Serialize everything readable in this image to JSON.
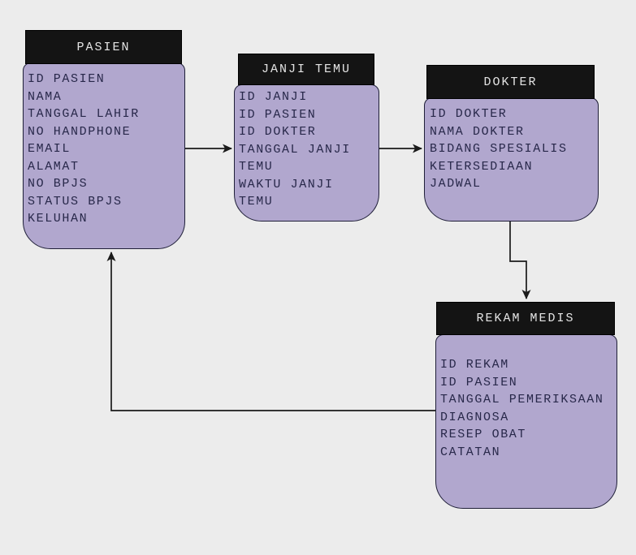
{
  "diagram": {
    "colors": {
      "background": "#ececec",
      "node_fill": "#b1a7ce",
      "node_border": "#1f1f38",
      "header_fill": "#141414",
      "header_text": "#e3e3e3",
      "body_text": "#28284a",
      "connector": "#1a1a1a"
    },
    "entities": {
      "pasien": {
        "title": "PASIEN",
        "lines": [
          "ID PASIEN",
          "NAMA",
          "TANGGAL LAHIR",
          "NO HANDPHONE",
          "EMAIL",
          "ALAMAT",
          "NO BPJS",
          "STATUS BPJS",
          "KELUHAN"
        ]
      },
      "janji_temu": {
        "title": "JANJI TEMU",
        "lines": [
          "ID JANJI",
          "ID PASIEN",
          "ID DOKTER",
          "TANGGAL JANJI",
          "TEMU",
          "WAKTU JANJI",
          "TEMU"
        ]
      },
      "dokter": {
        "title": "DOKTER",
        "lines": [
          "ID DOKTER",
          "NAMA DOKTER",
          "BIDANG SPESIALIS",
          "KETERSEDIAAN",
          "JADWAL"
        ]
      },
      "rekam_medis": {
        "title": "REKAM MEDIS",
        "lines": [
          "ID REKAM",
          "ID PASIEN",
          "TANGGAL PEMERIKSAAN",
          "DIAGNOSA",
          "RESEP OBAT",
          "CATATAN"
        ]
      }
    },
    "relations": [
      {
        "from": "PASIEN",
        "to": "JANJI TEMU"
      },
      {
        "from": "JANJI TEMU",
        "to": "DOKTER"
      },
      {
        "from": "DOKTER",
        "to": "REKAM MEDIS"
      },
      {
        "from": "REKAM MEDIS",
        "to": "PASIEN"
      }
    ]
  }
}
